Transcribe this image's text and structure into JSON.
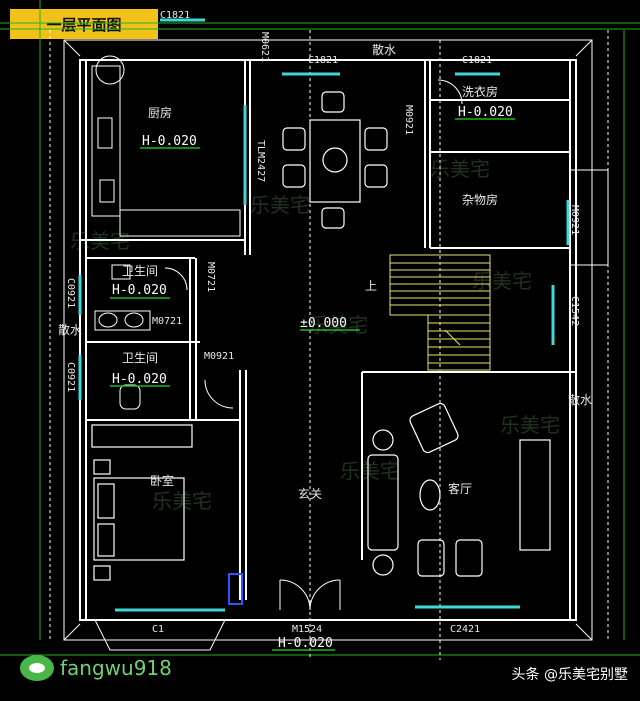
{
  "title": "一层平面图",
  "rooms": {
    "kitchen": "厨房",
    "laundry": "洗衣房",
    "storage": "杂物房",
    "bath1": "卫生间",
    "bath2": "卫生间",
    "bedroom": "卧室",
    "living": "客厅",
    "foyer": "玄关",
    "up": "上"
  },
  "levels": {
    "kitchen": "H-0.020",
    "laundry": "H-0.020",
    "bath1": "H-0.020",
    "bath2": "H-0.020",
    "main": "±0.000",
    "entry": "H-0.020"
  },
  "dims": {
    "c1821_top": "C1821",
    "c1821_left": "C1821",
    "c1821_right": "C1821",
    "m0621": "M0621",
    "m0921_laundry": "M0921",
    "tlm2427": "TLM2427",
    "m0921_storage": "M0921",
    "m0721_a": "M0721",
    "m0721_b": "M0721",
    "c0921_a": "C0921",
    "c0921_b": "C0921",
    "m0921_bath": "M0921",
    "c1542": "C1542",
    "c1": "C1",
    "m1524": "M1524",
    "c2421": "C2421"
  },
  "notes": {
    "drain_top": "散水",
    "drain_left": "散水",
    "drain_right": "散水"
  },
  "watermark": "乐美宅",
  "brand": "fangwu918",
  "attribution": "头条 @乐美宅别墅",
  "colors": {
    "background": "#000000",
    "wall": "#ffffff",
    "window": "#3fd7d7",
    "stairs": "#e8e36a",
    "hatch": "#1fb51f",
    "title_bg": "#f2c21b"
  }
}
